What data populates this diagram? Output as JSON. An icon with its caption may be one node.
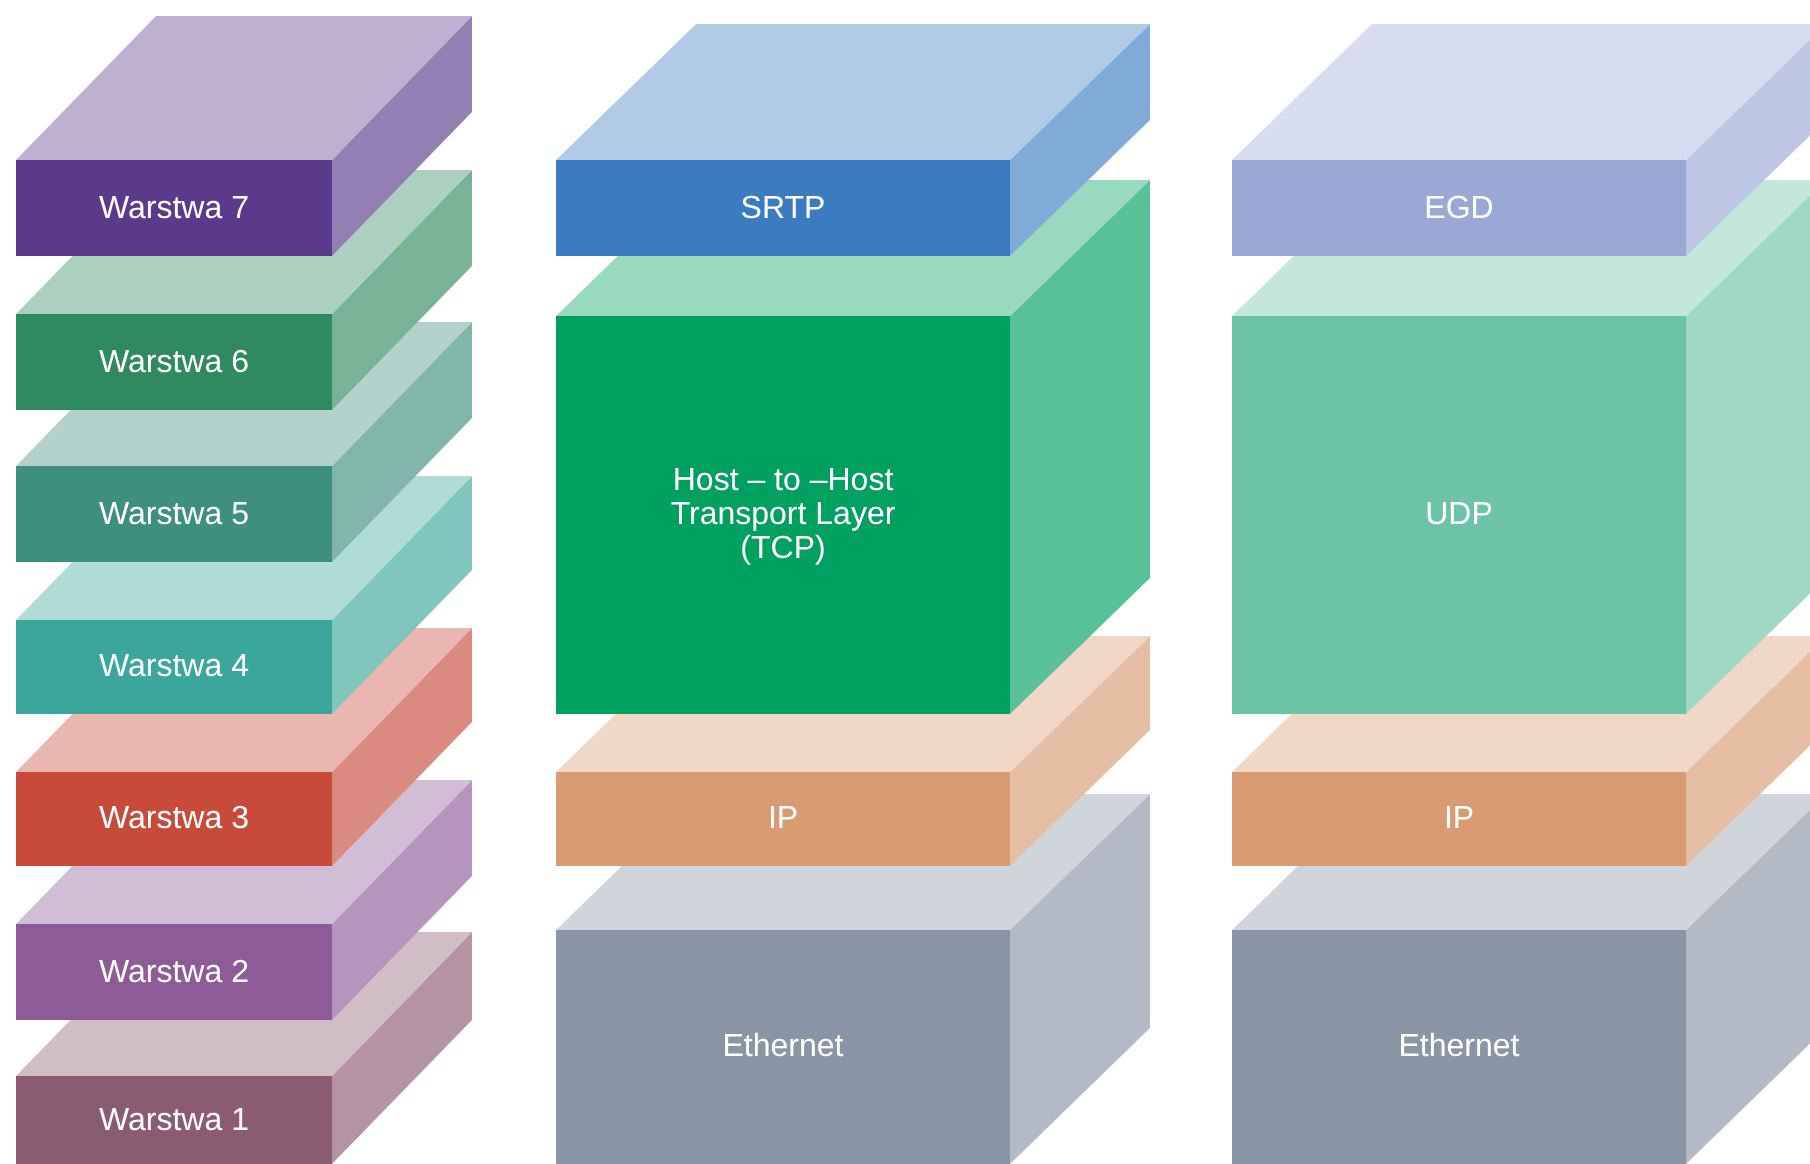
{
  "diagram": {
    "nodes": [
      {
        "text": [
          "Warstwa 7"
        ]
      },
      {
        "text": [
          "Warstwa 6"
        ]
      },
      {
        "text": [
          "Warstwa 5"
        ]
      },
      {
        "text": [
          "Warstwa 4"
        ]
      },
      {
        "text": [
          "Warstwa 3"
        ]
      },
      {
        "text": [
          "Warstwa 2"
        ]
      },
      {
        "text": [
          "Warstwa 1"
        ]
      },
      {
        "text": [
          "SRTP"
        ]
      },
      {
        "text": [
          "Host – to –Host Transport Layer (TCP)"
        ]
      },
      {
        "text": [
          "IP"
        ]
      },
      {
        "text": [
          "Ethernet"
        ]
      },
      {
        "text": [
          "EGD"
        ]
      },
      {
        "text": [
          "UDP"
        ]
      },
      {
        "text": [
          "IP"
        ]
      },
      {
        "text": [
          "Ethernet"
        ]
      }
    ]
  }
}
